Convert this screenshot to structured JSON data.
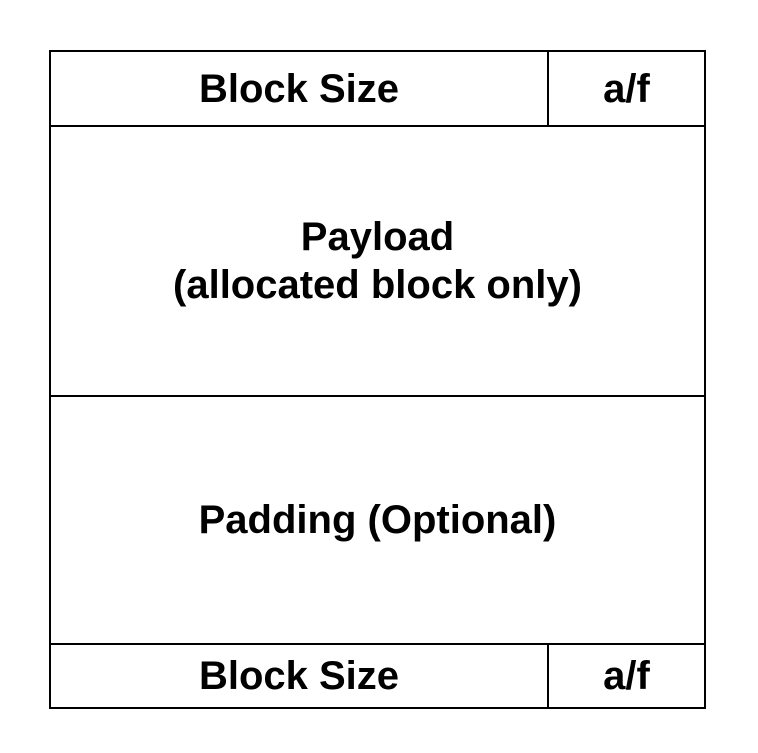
{
  "header": {
    "size_label": "Block Size",
    "flag_label": "a/f"
  },
  "payload": {
    "title": "Payload",
    "note": "(allocated block only)"
  },
  "padding": {
    "label": "Padding (Optional)"
  },
  "footer": {
    "size_label": "Block Size",
    "flag_label": "a/f"
  },
  "colors": {
    "border": "#000000",
    "text": "#000000",
    "background": "#ffffff"
  }
}
